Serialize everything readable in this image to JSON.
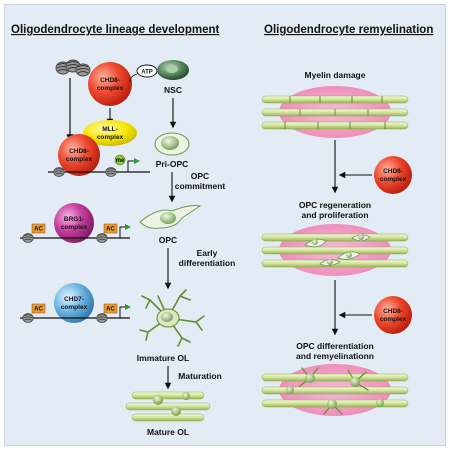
{
  "left_panel": {
    "title": "Oligodendrocyte lineage development",
    "complexes": {
      "chd8_top": "CHD8-\ncomplex",
      "atp": "ATP",
      "mll": "MLL-\ncomplex",
      "chd8_mid": "CHD8-\ncomplex",
      "me": "me",
      "brg1": "BRG1-\ncomplex",
      "chd7": "CHD7-\ncomplex",
      "ac": "AC"
    },
    "stages": {
      "nsc": "NSC",
      "pri_opc": "Pri-OPC",
      "opc_commitment": "OPC\ncommitment",
      "opc": "OPC",
      "early_diff": "Early\ndifferentiation",
      "immature_ol": "Immature OL",
      "maturation": "Maturation",
      "mature_ol": "Mature OL"
    }
  },
  "right_panel": {
    "title": "Oligodendrocyte remyelination",
    "myelin_damage": "Myelin damage",
    "chd8_1": "CHD8-\ncomplex",
    "regen": "OPC regeneration\nand proliferation",
    "chd8_2": "CHD8-\ncomplex",
    "diff": "OPC differentiation\nand remyelinationn"
  },
  "colors": {
    "background": "#e3ecf4",
    "chd8": "#e8432d",
    "mll": "#f4e400",
    "brg1": "#c13c9a",
    "chd7": "#6ab2e0",
    "axon": "#d8e7a6",
    "damage": "#f2a7c8",
    "cell_green": "#6f9a52"
  }
}
